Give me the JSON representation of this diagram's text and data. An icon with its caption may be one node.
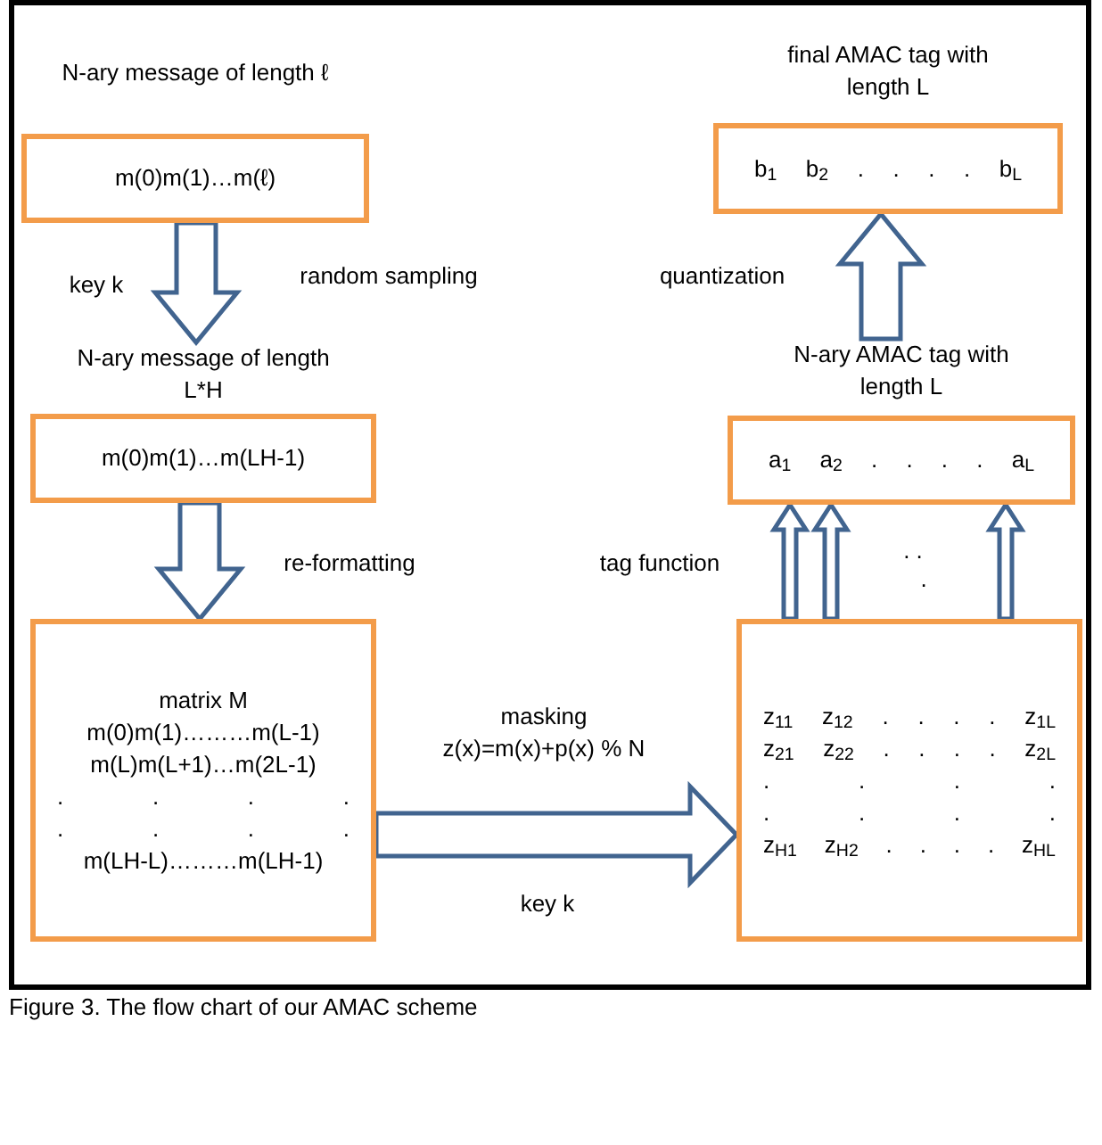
{
  "diagram": {
    "caption": "Figure 3. The flow chart of our AMAC scheme",
    "nodes": [
      {
        "text": [
          "N-ary message of length ℓ",
          "m(0)m(1)…m(ℓ)"
        ]
      },
      {
        "text": [
          "N-ary message of length L*H",
          "m(0)m(1)…m(LH-1)"
        ]
      },
      {
        "text": [
          "matrix M",
          "m(0)m(1)………m(L-1)",
          "m(L)m(L+1)…m(2L-1)",
          ". . . .",
          ". . . .",
          "m(LH-L)………m(LH-1)"
        ]
      },
      {
        "text": [
          "z$_{11}$ z$_{12}$ . . . . z$_{1L}$",
          "z$_{21}$ z$_{22}$ . . . . z$_{2L}$",
          ". . . .",
          ". . . .",
          "z$_{H1}$ z$_{H2}$ . . . . z$_{HL}$"
        ]
      },
      {
        "text": [
          "N-ary AMAC tag with length L",
          "a$_{1}$ a$_{2}$ . . . . a$_{L}$"
        ]
      },
      {
        "text": [
          "final AMAC tag with length L",
          "b$_{1}$ b$_{2}$ . . . . b$_{L}$"
        ]
      }
    ],
    "edges": [
      {
        "from": 0,
        "to": 1,
        "arrow": "to",
        "label": "random sampling"
      },
      {
        "from": 1,
        "to": 2,
        "arrow": "to",
        "label": "re-formatting"
      },
      {
        "from": 2,
        "to": 3,
        "arrow": "to",
        "label": "masking z(x)=m(x)+p(x) % N"
      },
      {
        "from": 3,
        "to": 4,
        "arrow": "to",
        "label": "tag function"
      },
      {
        "from": 3,
        "to": 4,
        "arrow": "to"
      },
      {
        "from": 3,
        "to": 4,
        "arrow": "to"
      },
      {
        "from": 4,
        "to": 5,
        "arrow": "to",
        "label": "quantization"
      }
    ],
    "labels": [
      "key k",
      ". .",
      ".",
      "key k"
    ]
  }
}
